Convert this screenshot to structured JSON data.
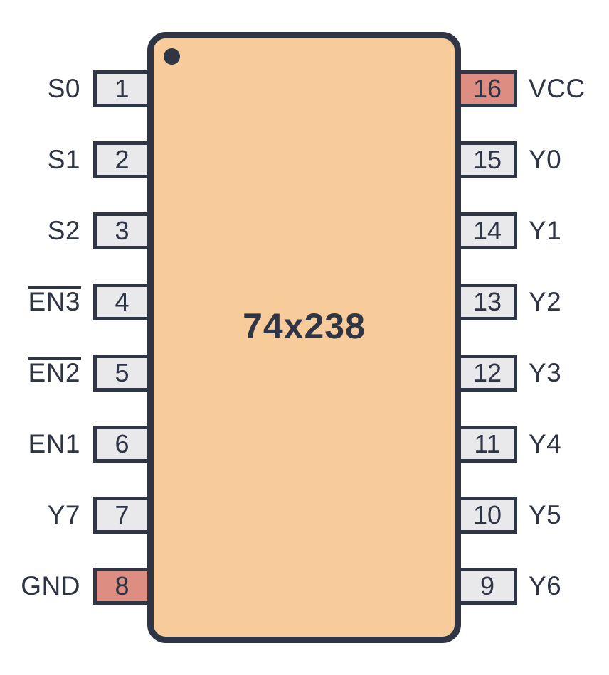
{
  "diagram": {
    "chip_label": "74x238",
    "package": "DIP-16",
    "pin1_marker_icon": "filled-circle"
  },
  "colors": {
    "background": "#ffffff",
    "ink": "#2f3545",
    "chip-fill": "#f8cb9b",
    "pin-fill": "#e9e9ec",
    "power-fill": "#de8d83"
  },
  "pins": {
    "left": [
      {
        "number": "1",
        "label": "S0",
        "overline": false,
        "power": false
      },
      {
        "number": "2",
        "label": "S1",
        "overline": false,
        "power": false
      },
      {
        "number": "3",
        "label": "S2",
        "overline": false,
        "power": false
      },
      {
        "number": "4",
        "label": "EN3",
        "overline": true,
        "power": false
      },
      {
        "number": "5",
        "label": "EN2",
        "overline": true,
        "power": false
      },
      {
        "number": "6",
        "label": "EN1",
        "overline": false,
        "power": false
      },
      {
        "number": "7",
        "label": "Y7",
        "overline": false,
        "power": false
      },
      {
        "number": "8",
        "label": "GND",
        "overline": false,
        "power": true
      }
    ],
    "right": [
      {
        "number": "16",
        "label": "VCC",
        "overline": false,
        "power": true
      },
      {
        "number": "15",
        "label": "Y0",
        "overline": false,
        "power": false
      },
      {
        "number": "14",
        "label": "Y1",
        "overline": false,
        "power": false
      },
      {
        "number": "13",
        "label": "Y2",
        "overline": false,
        "power": false
      },
      {
        "number": "12",
        "label": "Y3",
        "overline": false,
        "power": false
      },
      {
        "number": "11",
        "label": "Y4",
        "overline": false,
        "power": false
      },
      {
        "number": "10",
        "label": "Y5",
        "overline": false,
        "power": false
      },
      {
        "number": "9",
        "label": "Y6",
        "overline": false,
        "power": false
      }
    ]
  }
}
